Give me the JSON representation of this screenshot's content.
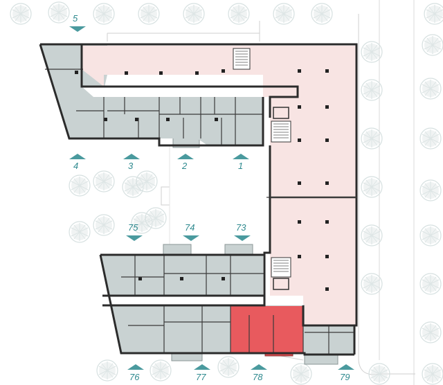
{
  "colors": {
    "residential_fill": "#c9d2d2",
    "commercial_fill": "#f8e4e3",
    "highlight_fill": "#e85a5e",
    "corridor_fill": "#ffffff",
    "marker_color": "#4a9a9e",
    "label_color": "#2f8a8f",
    "tree_color": "#d9e3e3"
  },
  "highlighted_unit": "78",
  "unit_markers": [
    {
      "label": "5",
      "direction": "down"
    },
    {
      "label": "4",
      "direction": "up"
    },
    {
      "label": "3",
      "direction": "up"
    },
    {
      "label": "2",
      "direction": "up"
    },
    {
      "label": "1",
      "direction": "up"
    },
    {
      "label": "75",
      "direction": "down"
    },
    {
      "label": "74",
      "direction": "down"
    },
    {
      "label": "73",
      "direction": "down"
    },
    {
      "label": "76",
      "direction": "up"
    },
    {
      "label": "77",
      "direction": "up"
    },
    {
      "label": "78",
      "direction": "up"
    },
    {
      "label": "79",
      "direction": "up"
    }
  ]
}
